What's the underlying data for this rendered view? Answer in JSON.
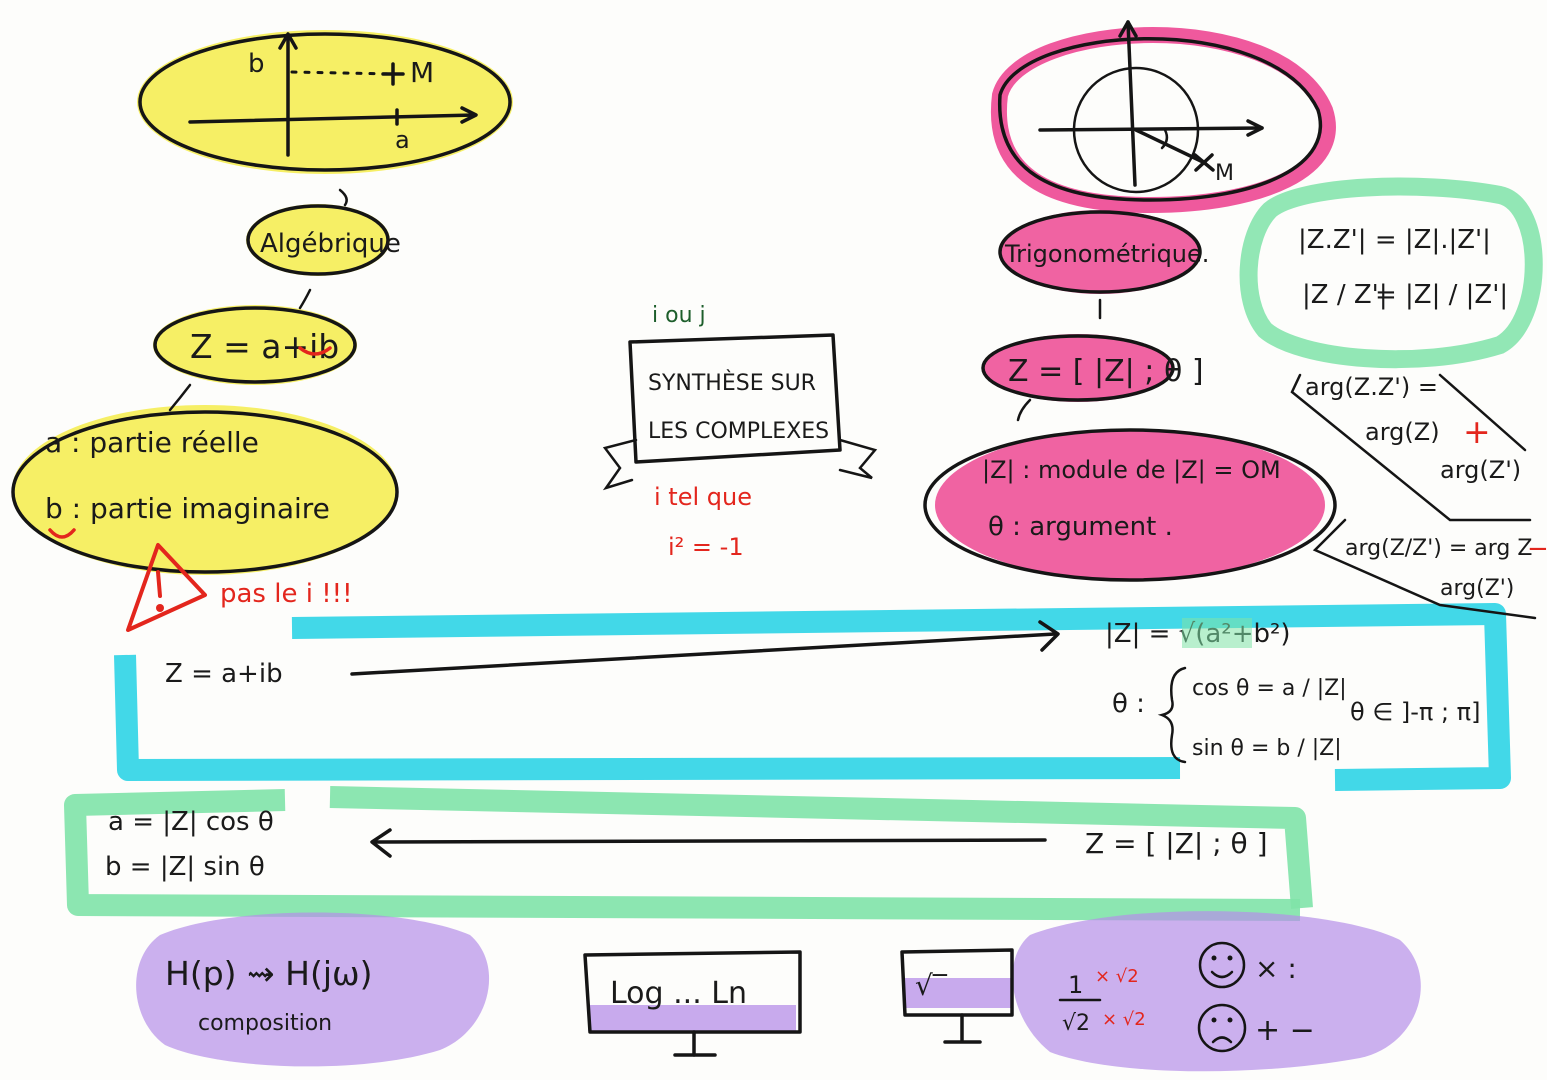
{
  "colors": {
    "yellow": "#f4ec4a",
    "pink": "#ec3c8c",
    "cyan": "#2ed4e6",
    "green": "#7fe3a8",
    "purple": "#b58ee8",
    "red": "#e3261d",
    "ink": "#151515"
  },
  "center": {
    "top_note": "i ou j",
    "title_line1": "SYNTHÈSE SUR",
    "title_line2": "LES COMPLEXES",
    "def_line1": "i tel que",
    "def_line2": "i² = -1"
  },
  "algebraic": {
    "graph_b": "b",
    "graph_a": "a",
    "graph_m": "M",
    "label": "Algébrique",
    "formula": "Z = a+ib",
    "part_a": "a : partie réelle",
    "part_b": "b : partie imaginaire",
    "warning": "pas le i !!!",
    "warning_icon": "warning-triangle-icon"
  },
  "trigonometric": {
    "graph_m": "M",
    "label": "Trigonométrique.",
    "formula": "Z = [ |Z| ; θ ]",
    "modulus": "|Z| : module de |Z| = OM",
    "argument": "θ : argument ."
  },
  "properties": {
    "mod_product": "|Z.Z'| = |Z|.|Z'|",
    "mod_quotient_left": "|Z / Z'|",
    "mod_quotient_right": "= |Z| / |Z'|",
    "arg_product_l1": "arg(Z.Z') =",
    "arg_product_l2": "arg(Z)",
    "arg_product_plus": "+",
    "arg_product_l3": "arg(Z')",
    "arg_quotient_l1": "arg(Z/Z') = arg Z",
    "arg_quotient_minus": "−",
    "arg_quotient_l2": "arg(Z')"
  },
  "conversion_to_trig": {
    "from": "Z = a+ib",
    "modulus": "|Z| = √(a²+b²)",
    "theta_label": "θ :",
    "cos_line": "cos θ = a / |Z|",
    "sin_line": "sin θ = b / |Z|",
    "range": "θ ∈ ]-π ; π]"
  },
  "conversion_to_alg": {
    "a_line": "a = |Z| cos θ",
    "b_line": "b = |Z| sin θ",
    "from": "Z = [ |Z| ; θ ]"
  },
  "bottom": {
    "transfer": "H(p) ⇝ H(jω)",
    "composition": "composition",
    "log_key": "Log ... Ln",
    "sqrt_key": "√‾",
    "fraction_num": "1",
    "fraction_den": "√2",
    "fraction_mul_top": "× √2",
    "fraction_mul_bot": "× √2",
    "happy_ops": "× :",
    "sad_ops": "+ −",
    "happy_icon": "happy-face-icon",
    "sad_icon": "sad-face-icon"
  }
}
